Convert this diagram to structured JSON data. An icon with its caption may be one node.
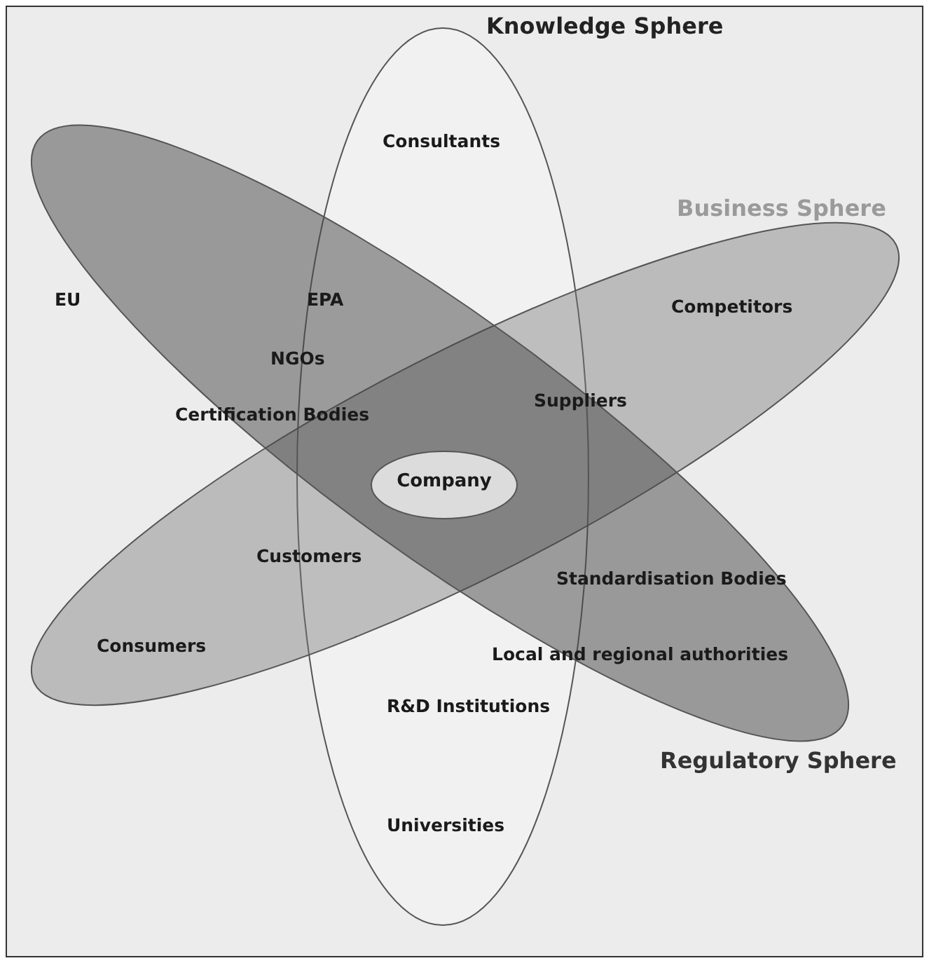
{
  "diagram": {
    "nodes": [
      {
        "text": [
          "Knowledge Sphere"
        ]
      },
      {
        "text": [
          "Business Sphere"
        ]
      },
      {
        "text": [
          "Regulatory Sphere"
        ]
      },
      {
        "text": [
          "Company"
        ]
      }
    ],
    "edges": [],
    "labels": [
      "Consultants",
      "EU",
      "EPA",
      "Competitors",
      "NGOs",
      "Suppliers",
      "Certification Bodies",
      "Customers",
      "Standardisation Bodies",
      "Consumers",
      "Local and regional authorities",
      "R&D Institutions",
      "Universities"
    ]
  }
}
